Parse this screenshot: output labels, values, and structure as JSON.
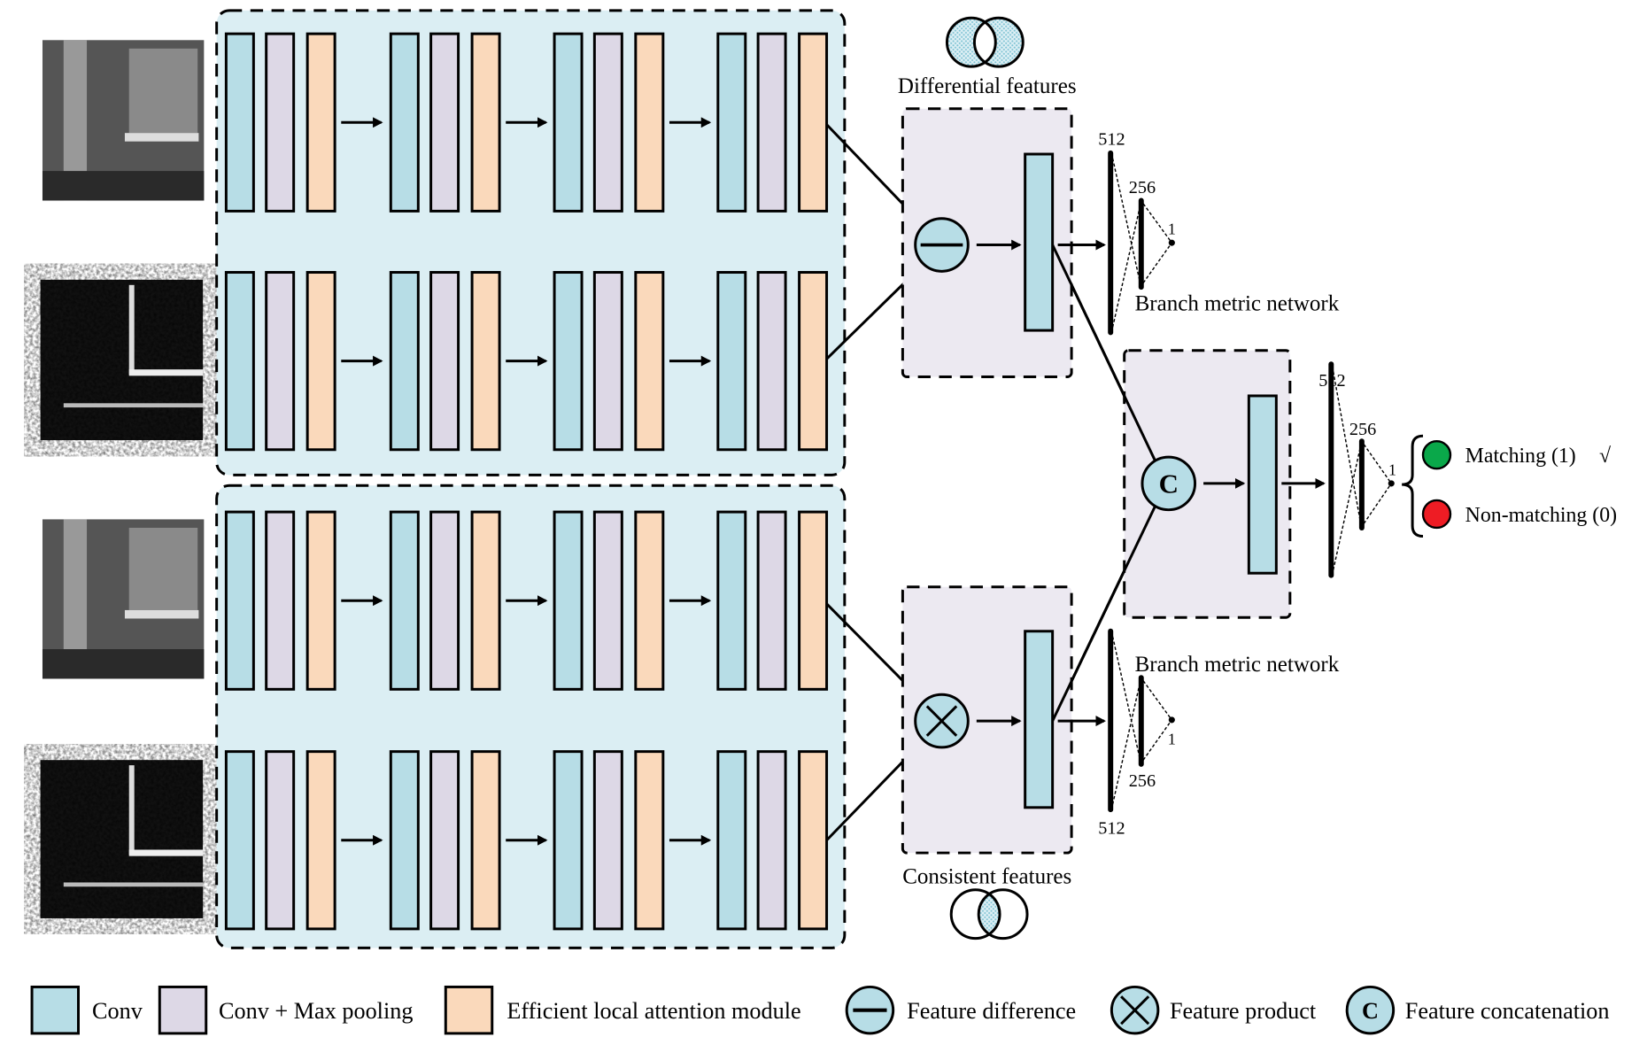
{
  "labels": {
    "differential_features": "Differential features",
    "consistent_features": "Consistent features",
    "branch_top": "Branch metric network",
    "branch_bottom": "Branch metric network",
    "n512": "512",
    "n256": "256",
    "n1": "1",
    "concat_symbol": "C",
    "matching": "Matching (1)",
    "check": "√",
    "non_matching": "Non-matching (0)"
  },
  "legend": {
    "conv": "Conv",
    "conv_pool": "Conv + Max pooling",
    "attention": "Efficient local attention module",
    "difference": "Feature difference",
    "product": "Feature product",
    "concat": "Feature concatenation",
    "concat_symbol": "C"
  },
  "colors": {
    "conv": "#b7dde6",
    "conv_pool": "#ddd8e6",
    "attention": "#fad9bb",
    "panel": "#dbeef3",
    "fusion_box": "#ece9f1",
    "match": "#0aa84a",
    "non_match": "#ee1c24"
  },
  "block_pattern": [
    "conv",
    "conv_pool",
    "attention"
  ]
}
